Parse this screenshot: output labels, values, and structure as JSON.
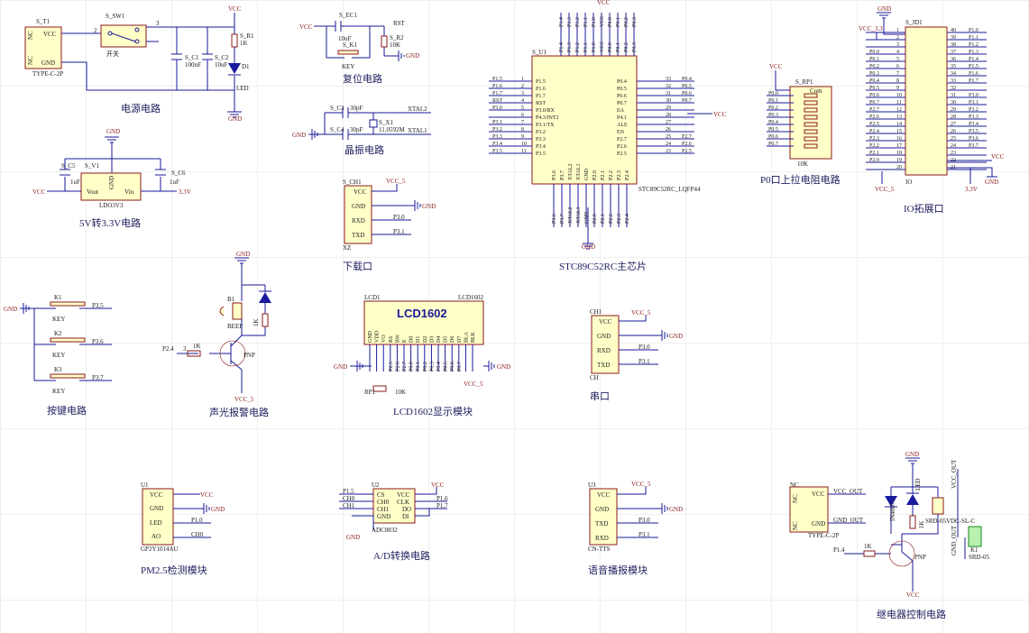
{
  "captions": {
    "power": "电源电路",
    "ldo": "5V转3.3V电路",
    "reset": "复位电路",
    "crystal": "晶振电路",
    "download": "下载口",
    "mcu": "STC89C52RC主芯片",
    "pullup": "P0口上拉电阻电路",
    "io": "IO拓展口",
    "keys": "按键电路",
    "buzzer": "声光报警电路",
    "lcd": "LCD1602显示模块",
    "uart": "串口",
    "pm25": "PM2.5检测模块",
    "adc": "A/D转换电路",
    "voice": "语音播报模块",
    "relay": "继电器控制电路"
  },
  "labels": {
    "t1_ref": "S_T1",
    "t1_part": "TYPE-C-2P",
    "t1_nc1": "NC",
    "t1_nc2": "NC",
    "t1_vcc": "VCC",
    "t1_gnd": "GND",
    "sw1_ref": "S_SW1",
    "sw1_part": "开关",
    "c1_ref": "S_C1",
    "c1_val": "100nF",
    "c2_ref": "S_C2",
    "c2_val": "10uF",
    "r1_ref": "S_R1",
    "r1_val": "1K",
    "d1_ref": "D1",
    "d1_val": "LED",
    "vcc": "VCC",
    "gnd": "GND",
    "v1_ref": "S_V1",
    "v1_part": "LDO3V3",
    "v1_vout": "Vout",
    "v1_vin": "Vin",
    "c5_ref": "S_C5",
    "c5_val": "1uF",
    "c6_ref": "S_C6",
    "c6_val": "1uF",
    "v33": "3.3V",
    "ec1_ref": "S_EC1",
    "ec1_val": "10uF",
    "k1r_ref": "S_K1",
    "rst": "RST",
    "r2_ref": "S_R2",
    "r2_val": "10K",
    "key": "KEY",
    "c3_ref": "S_C3",
    "c3_val": "30pF",
    "c4_ref": "S_C4",
    "c4_val": "30pF",
    "x1_ref": "S_X1",
    "x1_val": "11.0592M",
    "xtal2": "XTAL2",
    "xtal1": "XTAL1",
    "ch1_ref": "S_CH1",
    "xz": "XZ",
    "p30": "P3.0",
    "p31": "P3.1",
    "rxd": "RXD",
    "txd": "TXD",
    "vcc5": "VCC_5",
    "u1_ref": "S_U1",
    "u1_part": "STC89C52RC_LQFP44",
    "rp1_ref": "S_RP1",
    "rp1_val": "10K",
    "com": "Com",
    "jd1_ref": "S_JD1",
    "io_part": "IO",
    "vcc33": "VCC_3.3",
    "k1": "K1",
    "k2": "K2",
    "k3": "K3",
    "p35": "P3.5",
    "p36": "P3.6",
    "p37": "P3.7",
    "b1_ref": "B1",
    "beep": "BEEP",
    "p24": "P2.4",
    "r1k": "1K",
    "pnp": "PNP",
    "lcd_ref": "LCD1",
    "lcd_part": "LCD1602",
    "lcd_title": "LCD1602",
    "rp1b": "RP1",
    "r10k": "10K",
    "ch1b": "CH1",
    "ch": "CH",
    "u1b": "U1",
    "u1b_part": "GP2Y1014AU",
    "led": "LED",
    "ao": "AO",
    "p10": "P1.0",
    "ch0": "CH0",
    "u2": "U2",
    "u2_part": "ADC0832",
    "cs": "CS",
    "clk": "CLK",
    "do": "DO",
    "di": "DI",
    "ch0n": "CH0",
    "ch1n": "CH1",
    "p15": "P1.5",
    "p16": "P1.6",
    "p17": "P1.7",
    "u3": "U3",
    "u3_part": "CN-TTS",
    "k1r": "K1",
    "k1r_part": "SRD-05",
    "srd": "SRD-05VDC-SL-C",
    "vcc_out": "VCC_OUT",
    "gnd_out": "GND_OUT",
    "p14": "P1.4",
    "typec": "TYPE-C-2P"
  },
  "mcu_pins": {
    "left": [
      [
        "P1.5",
        "1",
        "P1.5"
      ],
      [
        "P1.6",
        "2",
        "P1.6"
      ],
      [
        "P1.7",
        "3",
        "P1.7"
      ],
      [
        "RST",
        "4",
        "RST"
      ],
      [
        "P3.0",
        "5",
        "P3.0/RX"
      ],
      [
        "",
        "6",
        "P4.3/INT2"
      ],
      [
        "P3.1",
        "7",
        "P3.1/TX"
      ],
      [
        "P3.2",
        "8",
        "P3.2"
      ],
      [
        "P3.3",
        "9",
        "P3.3"
      ],
      [
        "P3.4",
        "10",
        "P3.4"
      ],
      [
        "P3.5",
        "11",
        "P3.5"
      ]
    ],
    "right": [
      [
        "P0.4",
        "33",
        "P0.4"
      ],
      [
        "P0.5",
        "32",
        "P0.5"
      ],
      [
        "P0.6",
        "31",
        "P0.6"
      ],
      [
        "P0.7",
        "30",
        "P0.7"
      ],
      [
        "",
        "29",
        "EA"
      ],
      [
        "",
        "28",
        "P4.1"
      ],
      [
        "",
        "27",
        "ALE"
      ],
      [
        "",
        "26",
        "EN"
      ],
      [
        "P2.7",
        "25",
        "P2.7"
      ],
      [
        "P2.6",
        "24",
        "P2.6"
      ],
      [
        "P2.5",
        "23",
        "P2.5"
      ]
    ],
    "top": [
      "P1.4",
      "P1.3",
      "P1.2",
      "P1.1",
      "P1.0",
      "VCC",
      "P0.0",
      "P0.1",
      "P0.2",
      "P0.3"
    ],
    "bottom": [
      "P3.6",
      "P3.7",
      "XTAL2",
      "XTAL1",
      "GND",
      "P2.0",
      "P2.1",
      "P2.2",
      "P2.3",
      "P2.4"
    ]
  },
  "pullup_nets": [
    "P0.0",
    "P0.1",
    "P0.2",
    "P0.3",
    "P0.4",
    "P0.5",
    "P0.6",
    "P0.7"
  ],
  "io_rows": [
    [
      "",
      "1",
      "40",
      "P1.0"
    ],
    [
      "",
      "2",
      "39",
      "P1.1"
    ],
    [
      "",
      "3",
      "38",
      "P1.2"
    ],
    [
      "P0.0",
      "4",
      "37",
      "P1.3"
    ],
    [
      "P0.1",
      "5",
      "36",
      "P1.4"
    ],
    [
      "P0.2",
      "6",
      "35",
      "P1.5"
    ],
    [
      "P0.3",
      "7",
      "34",
      "P1.6"
    ],
    [
      "P0.4",
      "8",
      "33",
      "P1.7"
    ],
    [
      "P0.5",
      "9",
      "32",
      ""
    ],
    [
      "P0.6",
      "10",
      "31",
      "P3.0"
    ],
    [
      "P0.7",
      "11",
      "30",
      "P3.1"
    ],
    [
      "P2.7",
      "12",
      "29",
      "P3.2"
    ],
    [
      "P2.6",
      "13",
      "28",
      "P3.3"
    ],
    [
      "P2.5",
      "14",
      "27",
      "P3.4"
    ],
    [
      "P2.4",
      "15",
      "26",
      "P3.5"
    ],
    [
      "P2.3",
      "16",
      "25",
      "P3.6"
    ],
    [
      "P2.2",
      "17",
      "24",
      "P3.7"
    ],
    [
      "P2.1",
      "18",
      "23",
      ""
    ],
    [
      "P2.0",
      "19",
      "22",
      ""
    ],
    [
      "",
      "20",
      "21",
      ""
    ]
  ],
  "lcd_pins": [
    "GND",
    "VDD",
    "VO",
    "RS",
    "RW",
    "E",
    "D0",
    "D1",
    "D2",
    "D3",
    "D4",
    "D5",
    "D6",
    "D7",
    "BLA",
    "BLK"
  ],
  "lcd_nets": [
    "",
    "",
    "",
    "P2.5",
    "P2.6",
    "P2.7",
    "P0.0",
    "P0.1",
    "P0.2",
    "P0.3",
    "P0.4",
    "P0.5",
    "P0.6",
    "P0.7",
    "",
    ""
  ]
}
